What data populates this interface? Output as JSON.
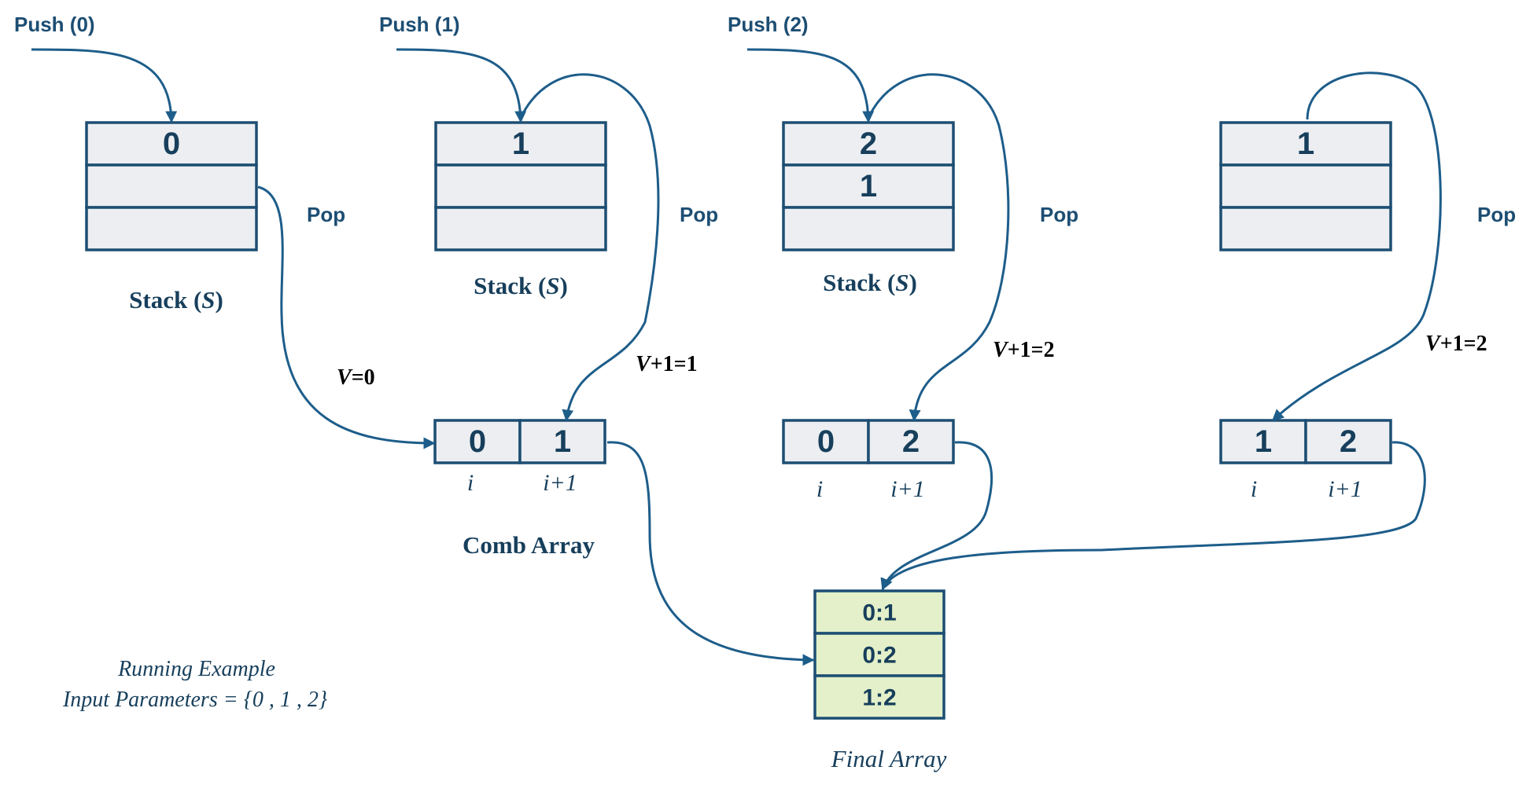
{
  "push_labels": [
    "Push (0)",
    "Push (1)",
    "Push (2)"
  ],
  "pop_label": "Pop",
  "stacks": [
    {
      "cells": [
        "0",
        "",
        ""
      ],
      "caption_main": "Stack (",
      "caption_var": "S",
      "caption_end": ")"
    },
    {
      "cells": [
        "1",
        "",
        ""
      ],
      "caption_main": "Stack (",
      "caption_var": "S",
      "caption_end": ")"
    },
    {
      "cells": [
        "2",
        "1",
        ""
      ],
      "caption_main": "Stack (",
      "caption_var": "S",
      "caption_end": ")"
    },
    {
      "cells": [
        "1",
        "",
        ""
      ]
    }
  ],
  "v_labels": [
    {
      "var": "V",
      "rest": "=0"
    },
    {
      "var": "V",
      "rest": "+1=1"
    },
    {
      "var": "V",
      "rest": "+1=2"
    },
    {
      "var": "V",
      "rest": "+1=2"
    }
  ],
  "comb_arrays": [
    {
      "cells": [
        "0",
        "1"
      ]
    },
    {
      "cells": [
        "0",
        "2"
      ]
    },
    {
      "cells": [
        "1",
        "2"
      ]
    }
  ],
  "index_labels": {
    "i": "i",
    "i_plus_1": "i+1"
  },
  "comb_caption": "Comb Array",
  "final_array": {
    "cells": [
      "0:1",
      "0:2",
      "1:2"
    ],
    "caption": "Final Array"
  },
  "running_example": {
    "line1": "Running Example",
    "line2": "Input Parameters = {0 , 1 , 2}"
  },
  "colors": {
    "box_fill": "#eceef1",
    "box_stroke": "#1d4e73",
    "final_fill": "#e3f0c9",
    "arrow": "#1d5d8a",
    "text": "#173f5c"
  }
}
